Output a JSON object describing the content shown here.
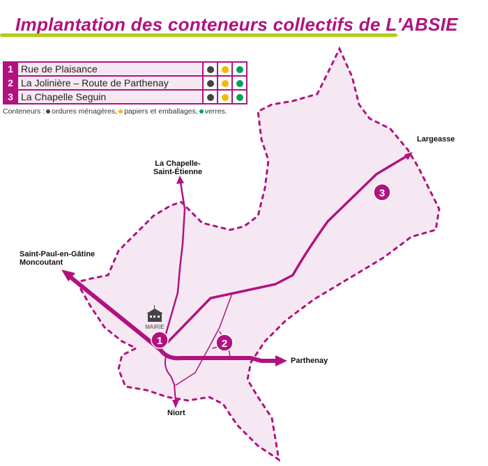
{
  "title": "Implantation des conteneurs collectifs de L'ABSIE",
  "colors": {
    "accent": "#b0127f",
    "fill": "#f6e8f2",
    "underline": "#b5cc18",
    "ordures": "#444444",
    "papiers": "#f5b800",
    "verres": "#00a060"
  },
  "sites": [
    {
      "num": "1",
      "name": "Rue de Plaisance"
    },
    {
      "num": "2",
      "name": "La Jolinière – Route de Parthenay"
    },
    {
      "num": "3",
      "name": "La Chapelle Seguin"
    }
  ],
  "legend_note": {
    "prefix": "Conteneurs :",
    "ordures": "ordures ménagères,",
    "papiers": "papiers et emballages,",
    "verres": "verres."
  },
  "map": {
    "mairie": "MAIRIE",
    "places": {
      "chapelle1": "La Chapelle-",
      "chapelle2": "Saint-Étienne",
      "saintpaul": "Saint-Paul-en-Gâtine",
      "moncoutant": "Moncoutant",
      "largeasse": "Largeasse",
      "parthenay": "Parthenay",
      "niort": "Niort"
    }
  }
}
